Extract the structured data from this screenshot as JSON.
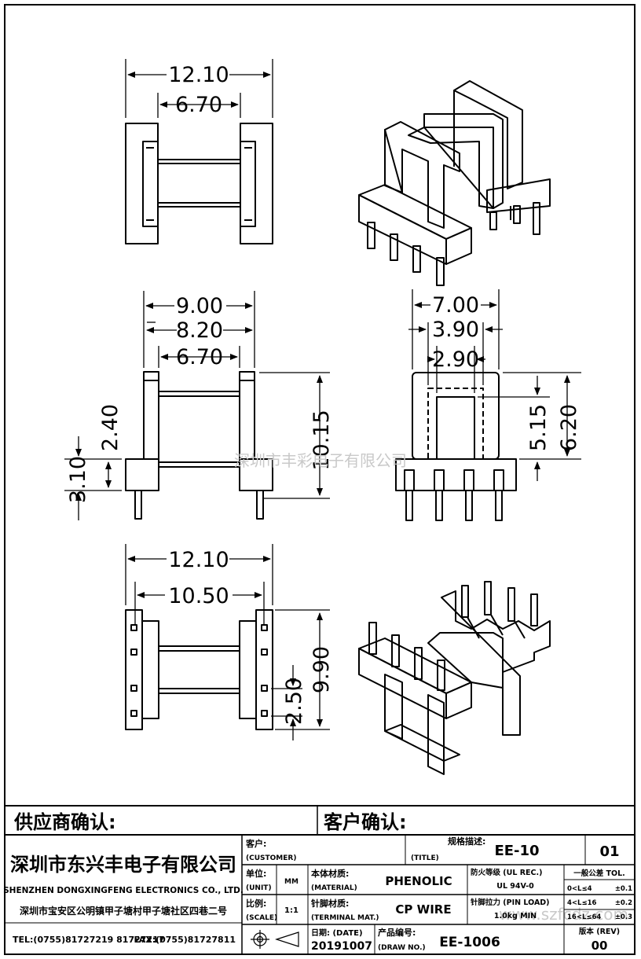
{
  "dimensions": {
    "top_overall": "12.10",
    "top_inner": "6.70",
    "front_width_1": "9.00",
    "front_width_2": "8.20",
    "front_width_3": "6.70",
    "front_height_flange": "2.40",
    "front_height_base": "3.10",
    "front_height_total": "10.15",
    "side_width_1": "7.00",
    "side_width_2": "3.90",
    "side_width_3": "2.90",
    "side_height_1": "5.15",
    "side_height_2": "6.20",
    "bottom_overall": "12.10",
    "bottom_pin_span": "10.50",
    "bottom_pin_pitch": "2.50",
    "bottom_height": "9.90"
  },
  "watermark": "深圳市丰彩电子有限公司",
  "watermark_corner": "www.szfcdz.com",
  "confirm": {
    "supplier": "供应商确认:",
    "customer": "客户确认:"
  },
  "company": {
    "name_cn": "深圳市东兴丰电子有限公司",
    "name_en": "SHENZHEN DONGXINGFENG ELECTRONICS CO., LTD.",
    "address": "深圳市宝安区公明镇甲子塘村甲子塘社区四巷二号",
    "tel": "TEL:(0755)81727219  81727217",
    "fax": "FAX:(0755)81727811"
  },
  "title_block": {
    "customer_label": "客户:",
    "customer_label_en": "(CUSTOMER)",
    "spec_label": "规格描述:",
    "spec_label_en": "(TITLE)",
    "spec_value": "EE-10",
    "sheet_no": "01",
    "unit_label": "单位:",
    "unit_label_en": "(UNIT)",
    "unit_value": "MM",
    "material_label": "本体材质:",
    "material_label_en": "(MATERIAL)",
    "material_value": "PHENOLIC",
    "flame_label": "防火等级 (UL REC.)",
    "flame_value": "UL 94V-0",
    "tol_label": "一般公差 TOL.",
    "scale_label": "比例:",
    "scale_label_en": "(SCALE)",
    "scale_value": "1:1",
    "terminal_label": "针脚材质:",
    "terminal_label_en": "(TERMINAL MAT.)",
    "terminal_value": "CP WIRE",
    "pinload_label": "针脚拉力 (PIN LOAD)",
    "pinload_value": "1.0kg MIN",
    "tolerances": [
      {
        "range": "0<L≤4",
        "value": "±0.1"
      },
      {
        "range": "4<L≤16",
        "value": "±0.2"
      },
      {
        "range": "16<L≤64",
        "value": "±0.3"
      }
    ],
    "date_label": "日期:  (DATE)",
    "date_value": "20191007",
    "drawno_label": "产品编号:",
    "drawno_label_en": "(DRAW NO.)",
    "drawno_value": "EE-1006",
    "rev_label": "版本 (REV)",
    "rev_value": "00"
  }
}
